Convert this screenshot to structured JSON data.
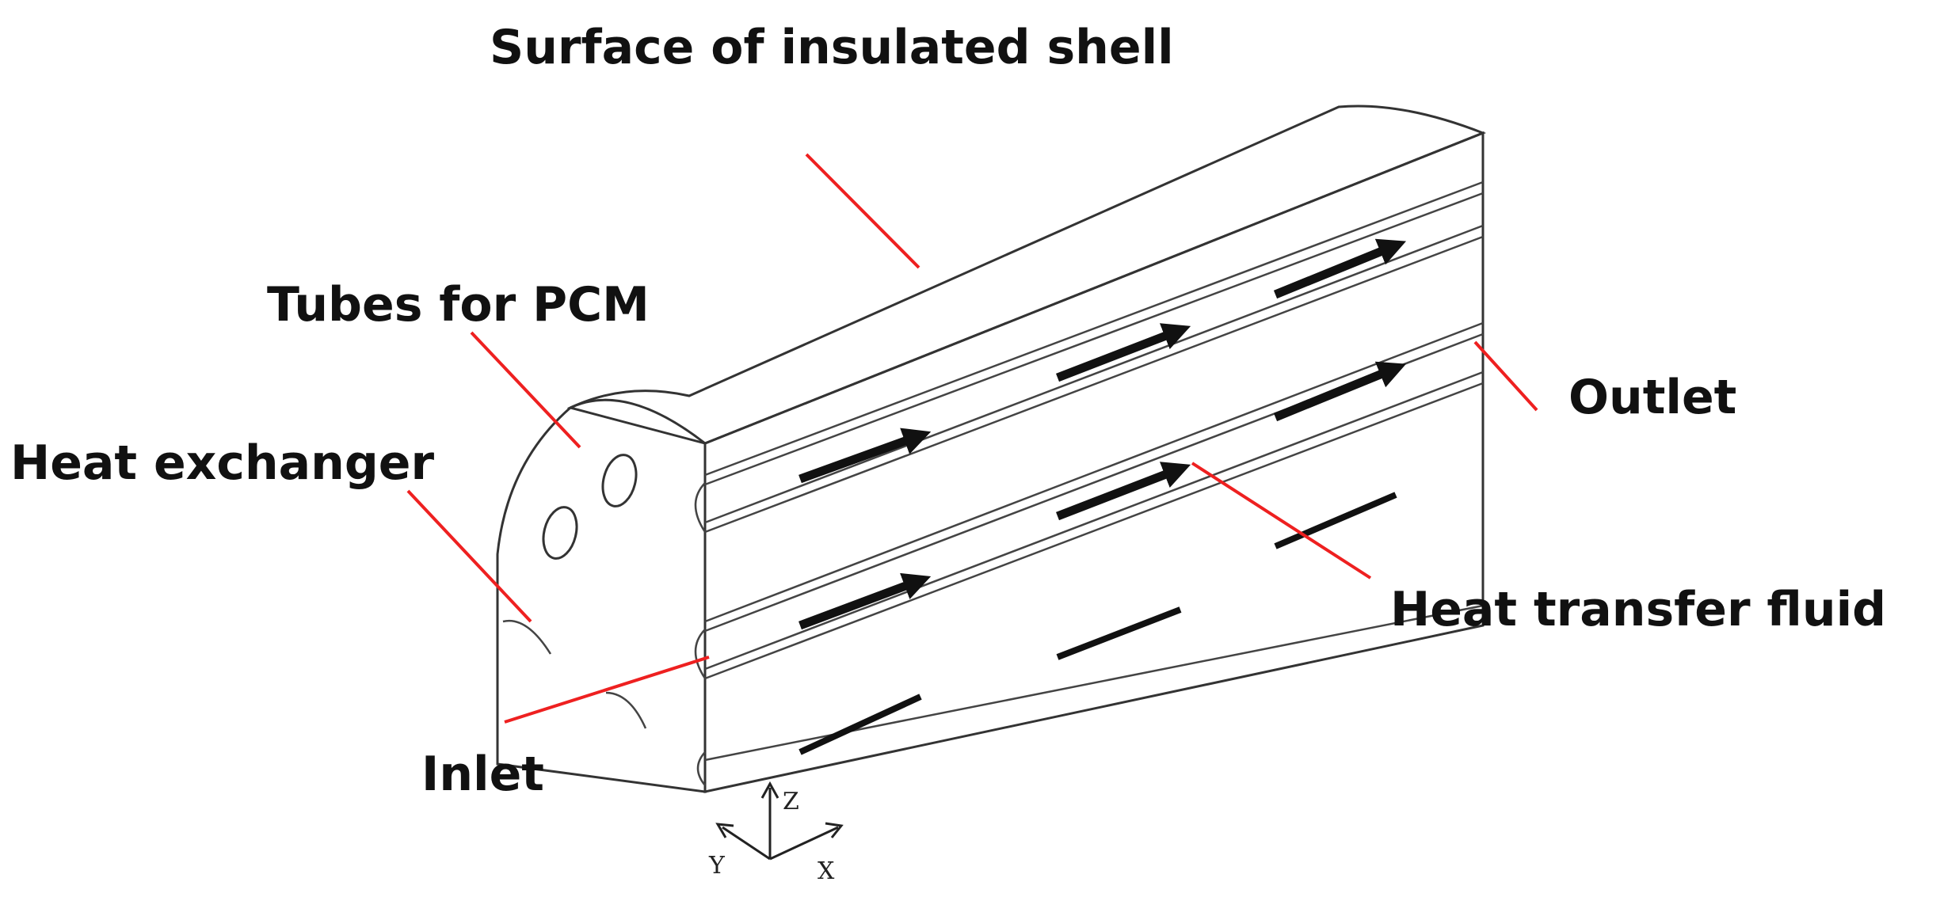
{
  "labels": {
    "surface_of_insulated_shell": "Surface of insulated shell",
    "tubes_for_pcm": "Tubes for PCM",
    "heat_exchanger": "Heat exchanger",
    "outlet": "Outlet",
    "heat_transfer_fluid": "Heat transfer fluid",
    "inlet": "Inlet"
  },
  "axes": {
    "z": "Z",
    "y": "Y",
    "x": "X"
  },
  "colors": {
    "body_fill": "#d3d3d3",
    "body_top_fill": "#dcdcdc",
    "end_face_fill": "#cfcfcf",
    "edge": "#333333",
    "pointer": "#ee2020",
    "flow_arrow": "#111111"
  }
}
